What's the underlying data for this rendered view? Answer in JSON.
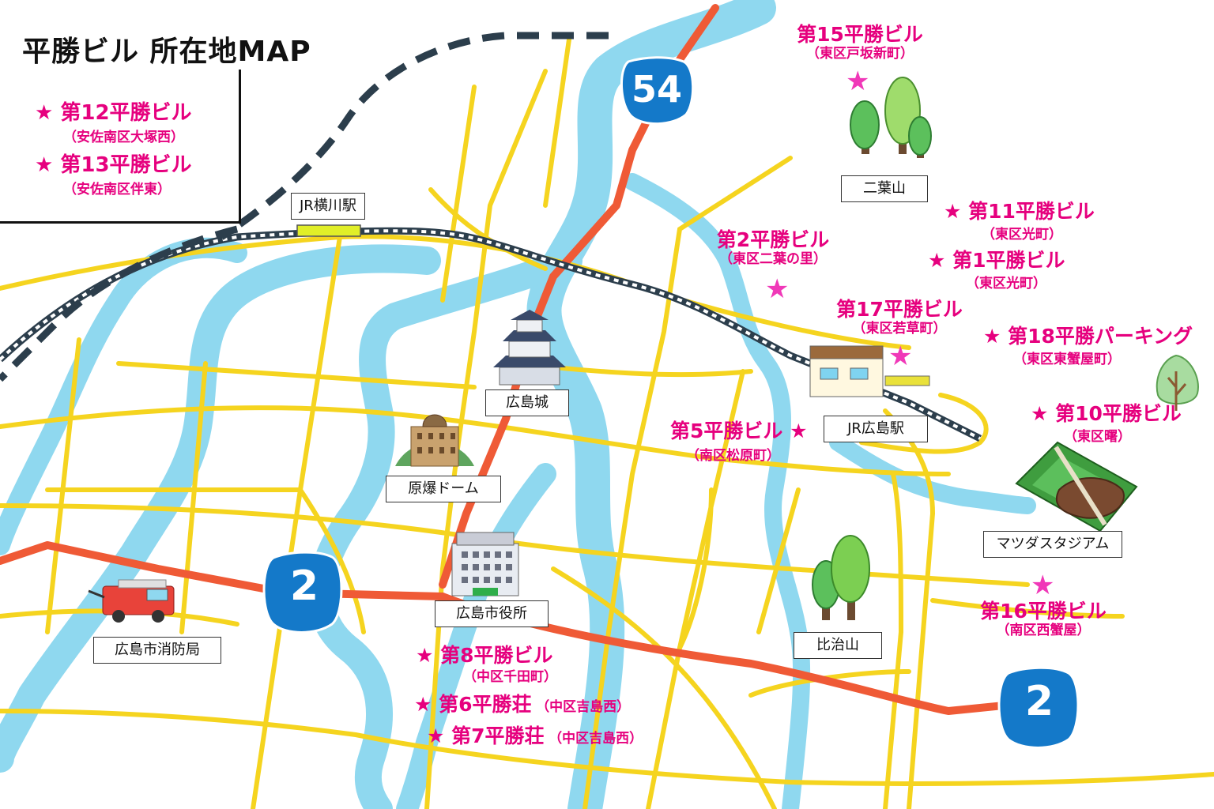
{
  "map": {
    "title": "平勝ビル 所在地MAP",
    "legend": [
      {
        "name": "第12平勝ビル",
        "address": "（安佐南区大塚西）"
      },
      {
        "name": "第13平勝ビル",
        "address": "（安佐南区伴東）"
      }
    ],
    "properties": {
      "p15": {
        "name": "第15平勝ビル",
        "address": "（東区戸坂新町）"
      },
      "p11": {
        "name": "第11平勝ビル",
        "address": "（東区光町）"
      },
      "p1": {
        "name": "第1平勝ビル",
        "address": "（東区光町）"
      },
      "p2": {
        "name": "第2平勝ビル",
        "address": "（東区二葉の里）"
      },
      "p17": {
        "name": "第17平勝ビル",
        "address": "（東区若草町）"
      },
      "p18": {
        "name": "第18平勝パーキング",
        "address": "（東区東蟹屋町）"
      },
      "p10": {
        "name": "第10平勝ビル",
        "address": "（東区曙）"
      },
      "p5": {
        "name": "第5平勝ビル",
        "address": "（南区松原町）"
      },
      "p16": {
        "name": "第16平勝ビル",
        "address": "（南区西蟹屋）"
      },
      "p8": {
        "name": "第8平勝ビル",
        "address": "（中区千田町）"
      },
      "p6": {
        "name": "第6平勝荘",
        "address": "（中区吉島西）"
      },
      "p7": {
        "name": "第7平勝荘",
        "address": "（中区吉島西）"
      }
    },
    "landmarks": {
      "yokogawa": "JR横川駅",
      "futabayama": "二葉山",
      "castle": "広島城",
      "dome": "原爆ドーム",
      "hiroshima_station": "JR広島駅",
      "stadium": "マツダスタジアム",
      "city_hall": "広島市役所",
      "hijiyama": "比治山",
      "fire_dept": "広島市消防局"
    },
    "routes": {
      "r54": "54",
      "r2a": "2",
      "r2b": "2"
    },
    "star_symbol": "★",
    "colors": {
      "river": "#8fd8ef",
      "road": "#f5d41f",
      "highway": "#ef5a36",
      "rail": "#2c3e4c",
      "label": "#e6007e",
      "route_shield": "#1479c9"
    }
  }
}
